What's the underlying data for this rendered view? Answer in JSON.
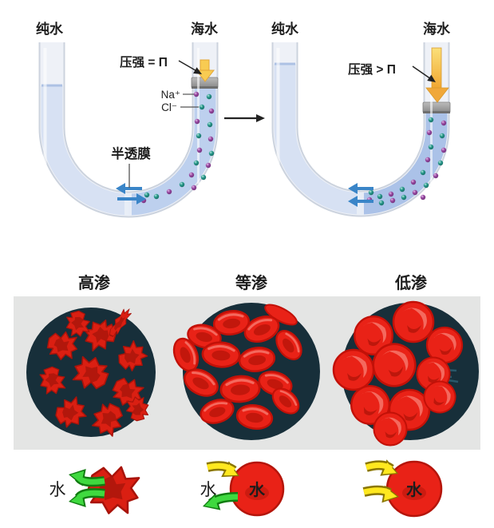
{
  "utube_left": {
    "pure_water": "纯水",
    "sea_water": "海水",
    "pressure": "压强 = Π",
    "na_ion": "Na⁺",
    "cl_ion": "Cl⁻",
    "membrane": "半透膜"
  },
  "utube_right": {
    "pure_water": "纯水",
    "sea_water": "海水",
    "pressure": "压强 > Π"
  },
  "tonicity": {
    "hypertonic": "高渗",
    "isotonic": "等渗",
    "hypotonic": "低渗"
  },
  "water_flow": {
    "hypertonic_out": "水",
    "isotonic_out": "水",
    "isotonic_in": "水",
    "hypotonic_in": "水"
  },
  "colors": {
    "red_cell": "#e92217",
    "dark_field": "#172f3a",
    "panel_gray": "#e4e5e4",
    "pure_water": "#d7e1f3",
    "sea_water": "#bdd0ee",
    "sea_water_pressurized": "#abc2e8",
    "blue_arrow": "#3a85c8",
    "yellow_arrow": "#f6c34b",
    "green_arrow": "#3fd93f",
    "na_dot": "#8b3e93",
    "cl_dot": "#21897e",
    "piston": "#9b9b9b"
  }
}
